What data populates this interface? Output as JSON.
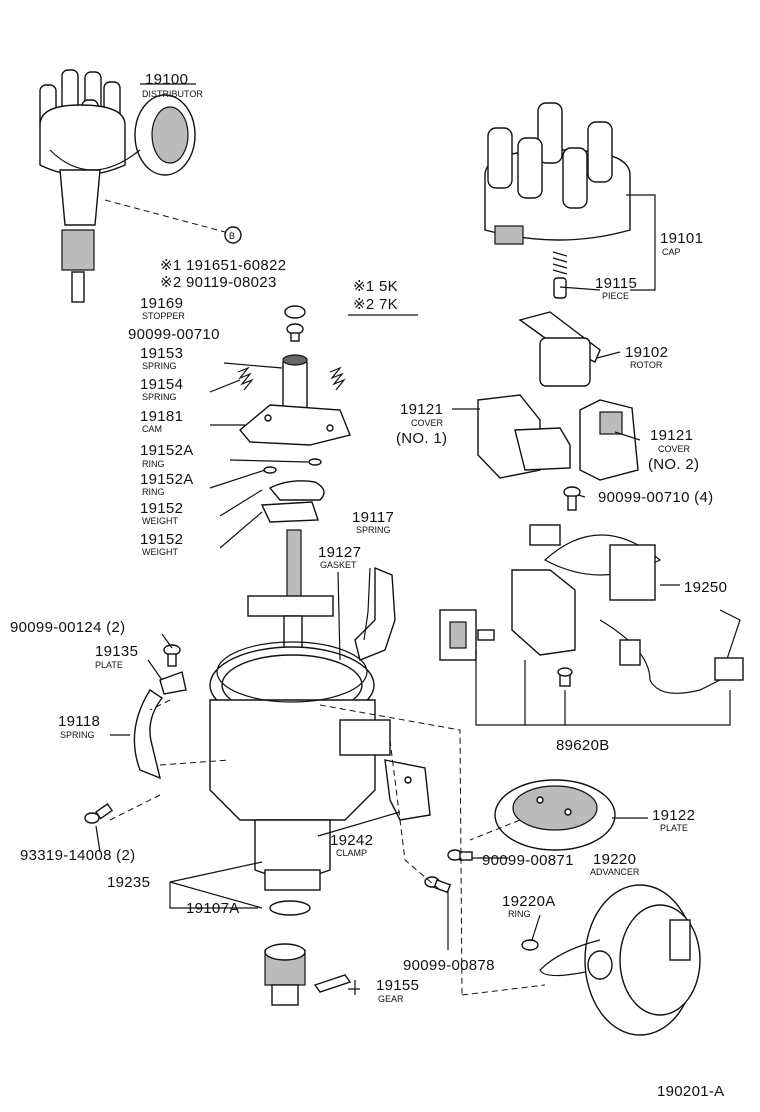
{
  "notes": {
    "a": "※1 191651-60822",
    "b": "※2 90119-08023",
    "c": "※1 5K",
    "d": "※2 7K"
  },
  "callout_b": "B",
  "footer_code": "190201-A",
  "parts": {
    "p19100": {
      "no": "19100",
      "name": "DISTRIBUTOR"
    },
    "p19101": {
      "no": "19101",
      "name": "CAP"
    },
    "p19115": {
      "no": "19115",
      "name": "PIECE"
    },
    "p19102": {
      "no": "19102",
      "name": "ROTOR"
    },
    "p19121a": {
      "no": "19121",
      "name": "COVER",
      "sub": "(NO. 1)"
    },
    "p19121b": {
      "no": "19121",
      "name": "COVER",
      "sub": "(NO. 2)"
    },
    "p90099_00710_4": {
      "no": "90099-00710 (4)"
    },
    "p19250": {
      "no": "19250"
    },
    "p89620B": {
      "no": "89620B"
    },
    "p19122": {
      "no": "19122",
      "name": "PLATE"
    },
    "p19220": {
      "no": "19220",
      "name": "ADVANCER"
    },
    "p19220A": {
      "no": "19220A",
      "name": "RING"
    },
    "p90099_00871": {
      "no": "90099-00871"
    },
    "p90099_00878": {
      "no": "90099-00878"
    },
    "p19155": {
      "no": "19155",
      "name": "GEAR"
    },
    "p19107A": {
      "no": "19107A"
    },
    "p19235": {
      "no": "19235"
    },
    "p19242": {
      "no": "19242",
      "name": "CLAMP"
    },
    "p93319": {
      "no": "93319-14008 (2)"
    },
    "p19118": {
      "no": "19118",
      "name": "SPRING"
    },
    "p19135": {
      "no": "19135",
      "name": "PLATE"
    },
    "p90099_00124": {
      "no": "90099-00124 (2)"
    },
    "p19127": {
      "no": "19127",
      "name": "GASKET"
    },
    "p19117": {
      "no": "19117",
      "name": "SPRING"
    },
    "p19169": {
      "no": "19169",
      "name": "STOPPER"
    },
    "p90099_00710": {
      "no": "90099-00710"
    },
    "p19153": {
      "no": "19153",
      "name": "SPRING"
    },
    "p19154": {
      "no": "19154",
      "name": "SPRING"
    },
    "p19181": {
      "no": "19181",
      "name": "CAM"
    },
    "p19152A_1": {
      "no": "19152A",
      "name": "RING"
    },
    "p19152A_2": {
      "no": "19152A",
      "name": "RING"
    },
    "p19152_1": {
      "no": "19152",
      "name": "WEIGHT"
    },
    "p19152_2": {
      "no": "19152",
      "name": "WEIGHT"
    }
  }
}
